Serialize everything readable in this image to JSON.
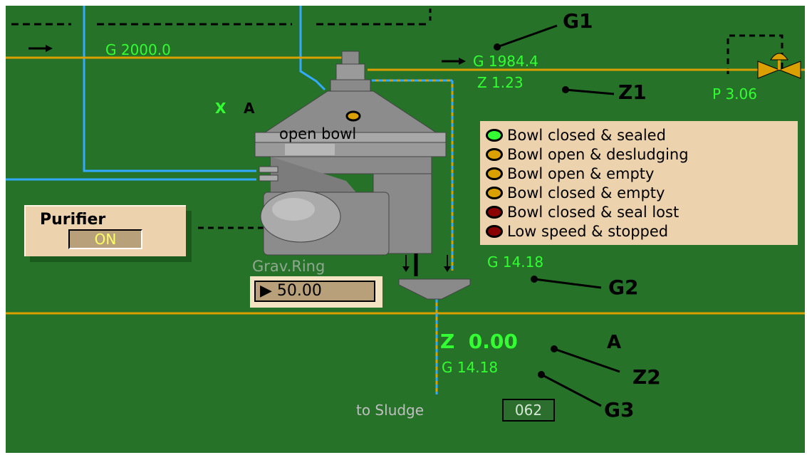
{
  "upstream_gauge": "G 2000.0",
  "g1_reading": "G 1984.4",
  "z1_reading": "Z 1.23",
  "pressure_reading": "P 3.06",
  "x_marker": "X",
  "a_marker_top": "A",
  "bowl_status": "open bowl",
  "legend": {
    "items": [
      {
        "label": "Bowl closed & sealed",
        "color": "#33ff33"
      },
      {
        "label": "Bowl open & desludging",
        "color": "#d9a000"
      },
      {
        "label": "Bowl open & empty",
        "color": "#d9a000"
      },
      {
        "label": "Bowl closed & empty",
        "color": "#d9a000"
      },
      {
        "label": "Bowl closed & seal lost",
        "color": "#8b0000"
      },
      {
        "label": "Low speed & stopped",
        "color": "#8b0000"
      }
    ]
  },
  "purifier": {
    "title": "Purifier",
    "state": "ON"
  },
  "grav_ring": {
    "label": "Grav.Ring",
    "value": "50.00",
    "arrow": "▶"
  },
  "g2_reading": "G 14.18",
  "z2_reading": "Z  0.00",
  "a_marker_bottom": "A",
  "g3_reading": "G 14.18",
  "sludge": {
    "label": "to Sludge",
    "value": "062"
  },
  "annotations": {
    "g1": "G1",
    "z1": "Z1",
    "g2": "G2",
    "z2": "Z2",
    "g3": "G3"
  },
  "colors": {
    "background": "#267229",
    "pipe_main": "#d9a000",
    "pipe_water": "#33aaff",
    "text_green": "#33ff33"
  }
}
